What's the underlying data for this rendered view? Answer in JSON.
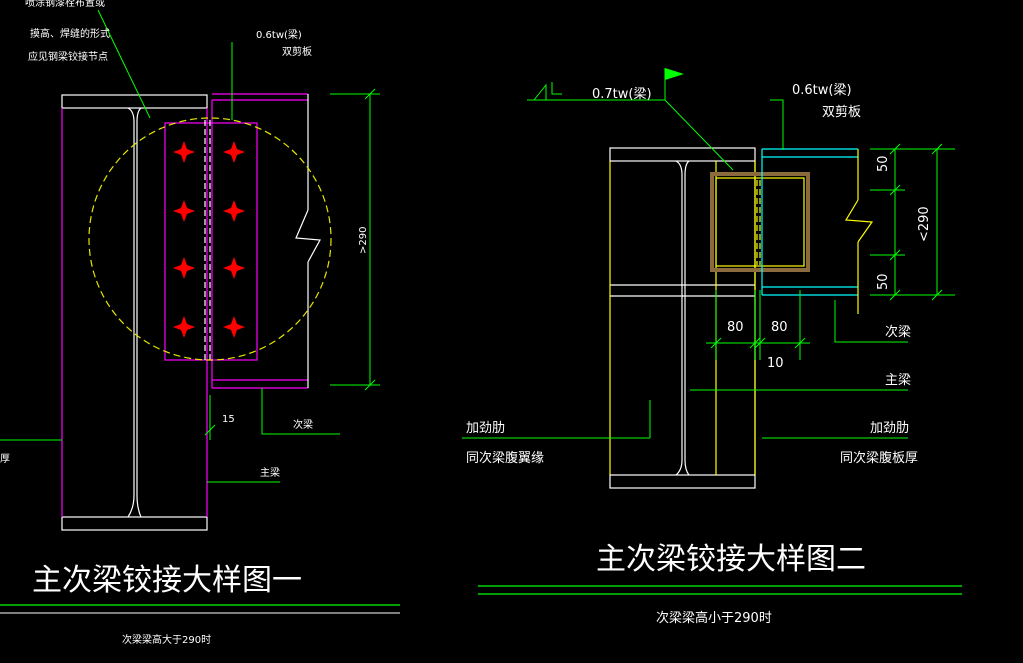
{
  "colors": {
    "background": "#000000",
    "white": "#ffffff",
    "green": "#00ff00",
    "magenta": "#ff00ff",
    "yellow": "#ffff00",
    "yellow_dashed": "#e6e600",
    "red": "#ff0000",
    "cyan": "#00ffff",
    "brown": "#8b6b3d",
    "flag": "#00ff00"
  },
  "icons": [
    "weld-symbol-icon",
    "field-weld-flag-icon",
    "bolt-marker-icon",
    "break-line-icon"
  ],
  "detail1": {
    "note_lines": [
      "喷涂钢漆栓布置或",
      "摸高、焊缝的形式",
      "应见钢梁铰接节点"
    ],
    "weld_label": "0.6tw",
    "weld_label_suffix": "(梁)",
    "plate_label": "双剪板",
    "height_dim": ">290",
    "gap_dim": "15",
    "secondary_beam_label": "次梁",
    "main_beam_label": "主梁",
    "left_label_fragment": "厚",
    "title": "主次梁铰接大样图一",
    "subtitle": "次梁梁高大于290时"
  },
  "detail2": {
    "weld_label": "0.7tw(梁)",
    "plate_weld_label": "0.6tw(梁)",
    "plate_label": "双剪板",
    "dim_top": "50",
    "dim_bottom": "50",
    "height_dim": "<290",
    "dim_left": "80",
    "dim_right": "80",
    "dim_gap": "10",
    "secondary_beam_label": "次梁",
    "main_beam_label": "主梁",
    "stiffener_left_1": "加劲肋",
    "stiffener_left_2": "同次梁腹翼缘",
    "stiffener_right_1": "加劲肋",
    "stiffener_right_2": "同次梁腹板厚",
    "title": "主次梁铰接大样图二",
    "subtitle": "次梁梁高小于290时"
  }
}
